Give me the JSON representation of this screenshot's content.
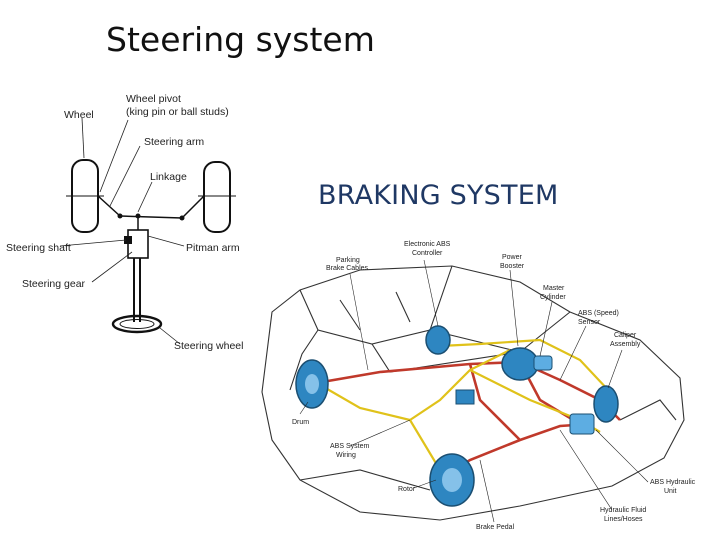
{
  "slide": {
    "title": "Steering system",
    "braking_title": "BRAKING SYSTEM"
  },
  "steering_labels": {
    "wheel": "Wheel",
    "wheel_pivot_1": "Wheel pivot",
    "wheel_pivot_2": "(king pin or ball studs)",
    "steering_arm": "Steering arm",
    "linkage": "Linkage",
    "steering_shaft": "Steering shaft",
    "pitman_arm": "Pitman arm",
    "steering_gear": "Steering gear",
    "steering_wheel": "Steering wheel"
  },
  "braking_labels": {
    "parking_1": "Parking",
    "parking_2": "Brake Cables",
    "ecu_1": "Electronic ABS",
    "ecu_2": "Controller",
    "booster_1": "Power",
    "booster_2": "Booster",
    "master_1": "Master",
    "master_2": "Cylinder",
    "sensor_1": "ABS (Speed)",
    "sensor_2": "Sensor",
    "caliper_1": "Caliper",
    "caliper_2": "Assembly",
    "drum": "Drum",
    "wiring_1": "ABS System",
    "wiring_2": "Wiring",
    "rotor": "Rotor",
    "hydraulic_unit_1": "ABS Hydraulic",
    "hydraulic_unit_2": "Unit",
    "fluid_1": "Hydraulic Fluid",
    "fluid_2": "Lines/Hoses",
    "brake_pedal": "Brake Pedal"
  },
  "colors": {
    "brake_line": "#c0392b",
    "abs_wire": "#e0c21a",
    "component": "#2e86c1",
    "title_blue": "#1f3864"
  }
}
